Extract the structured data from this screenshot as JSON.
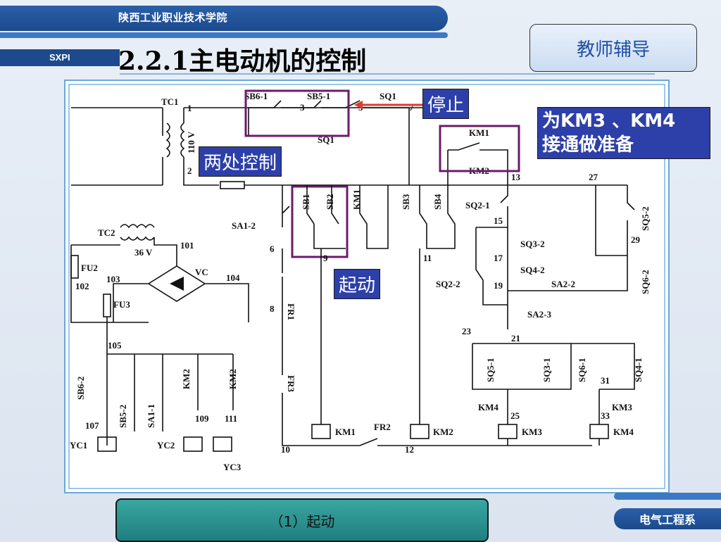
{
  "header": {
    "school": "陕西工业职业技术学院",
    "abbr": "SXPI",
    "title": "2.2.1主电动机的控制",
    "teacher_button": "教师辅导"
  },
  "callouts": {
    "stop": "停止",
    "two_place": "两处控制",
    "start": "起动",
    "km_line1": "为KM3 、KM4",
    "km_line2": "接通做准备"
  },
  "footer": {
    "caption": "（1）起动",
    "department": "电气工程系"
  },
  "diagram_labels": {
    "tc1": "TC1",
    "tc2": "TC2",
    "v110": "110 V",
    "v36": "36 V",
    "fu2": "FU2",
    "fu3": "FU3",
    "vc": "VC",
    "sb6_1": "SB6-1",
    "sb5_1": "SB5-1",
    "sq1": "SQ1",
    "sq1b": "SQ1",
    "km1_top": "KM1",
    "km2_top": "KM2",
    "sa1_2": "SA1-2",
    "sb1": "SB1",
    "sb2": "SB2",
    "km1_c": "KM1",
    "sb3": "SB3",
    "sb4": "SB4",
    "fr1": "FR1",
    "fr3": "FR3",
    "fr2": "FR2",
    "sq2_1": "SQ2-1",
    "sq3_2": "SQ3-2",
    "sq4_2": "SQ4-2",
    "sq2_2": "SQ2-2",
    "sa2_2": "SA2-2",
    "sa2_3": "SA2-3",
    "sq5_2": "SQ5-2",
    "sq6_2": "SQ6-2",
    "sq5_1": "SQ5-1",
    "sq3_1": "SQ3-1",
    "sq6_1": "SQ6-1",
    "sq4_1": "SQ4-1",
    "km4_c": "KM4",
    "km3_c": "KM3",
    "km1_coil": "KM1",
    "km2_coil": "KM2",
    "km3_coil": "KM3",
    "km4_coil": "KM4",
    "sb6_2": "SB6-2",
    "sb5_2": "SB5-2",
    "sa1_1": "SA1-1",
    "km2_a": "KM2",
    "km2_b": "KM2",
    "yc1": "YC1",
    "yc2": "YC2",
    "yc3": "YC3",
    "n1": "1",
    "n2": "2",
    "n3": "3",
    "n5": "5",
    "n7": "7",
    "n6": "6",
    "n8": "8",
    "n9": "9",
    "n10": "10",
    "n11": "11",
    "n12": "12",
    "n13": "13",
    "n15": "15",
    "n17": "17",
    "n19": "19",
    "n21": "21",
    "n23": "23",
    "n25": "25",
    "n27": "27",
    "n29": "29",
    "n31": "31",
    "n33": "33",
    "n101": "101",
    "n102": "102",
    "n103": "103",
    "n104": "104",
    "n105": "105",
    "n107": "107",
    "n109": "109",
    "n111": "111"
  }
}
